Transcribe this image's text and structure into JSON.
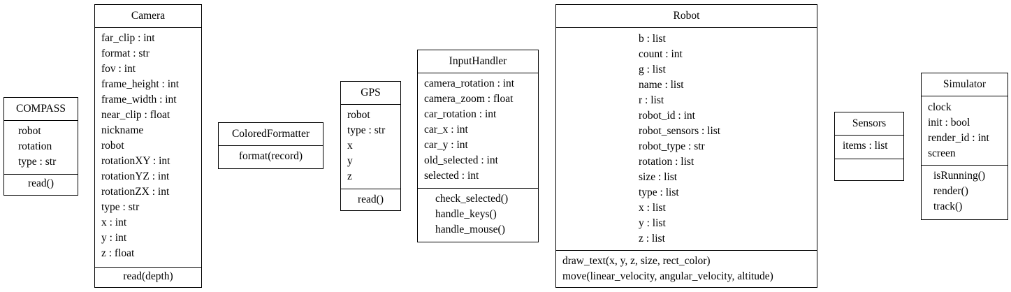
{
  "classes": {
    "compass": {
      "name": "COMPASS",
      "attributes": [
        "robot",
        "rotation",
        "type : str"
      ],
      "operations": [
        "read()"
      ]
    },
    "camera": {
      "name": "Camera",
      "attributes": [
        "far_clip : int",
        "format : str",
        "fov : int",
        "frame_height : int",
        "frame_width : int",
        "near_clip : float",
        "nickname",
        "robot",
        "rotationXY : int",
        "rotationYZ : int",
        "rotationZX : int",
        "type : str",
        "x : int",
        "y : int",
        "z : float"
      ],
      "operations": [
        "read(depth)"
      ]
    },
    "colored_formatter": {
      "name": "ColoredFormatter",
      "attributes": [],
      "operations": [
        "format(record)"
      ]
    },
    "gps": {
      "name": "GPS",
      "attributes": [
        "robot",
        "type : str",
        "x",
        "y",
        "z"
      ],
      "operations": [
        "read()"
      ]
    },
    "input_handler": {
      "name": "InputHandler",
      "attributes": [
        "camera_rotation : int",
        "camera_zoom : float",
        "car_rotation : int",
        "car_x : int",
        "car_y : int",
        "old_selected : int",
        "selected : int"
      ],
      "operations": [
        "check_selected()",
        "handle_keys()",
        "handle_mouse()"
      ]
    },
    "robot": {
      "name": "Robot",
      "attributes": [
        "b : list",
        "count : int",
        "g : list",
        "name : list",
        "r : list",
        "robot_id : int",
        "robot_sensors : list",
        "robot_type : str",
        "rotation : list",
        "size : list",
        "type : list",
        "x : list",
        "y : list",
        "z : list"
      ],
      "operations": [
        "draw_text(x, y, z, size, rect_color)",
        "move(linear_velocity, angular_velocity, altitude)"
      ]
    },
    "sensors": {
      "name": "Sensors",
      "attributes": [
        "items : list"
      ],
      "operations": []
    },
    "simulator": {
      "name": "Simulator",
      "attributes": [
        "clock",
        "init : bool",
        "render_id : int",
        "screen"
      ],
      "operations": [
        "isRunning()",
        "render()",
        "track()"
      ]
    }
  }
}
